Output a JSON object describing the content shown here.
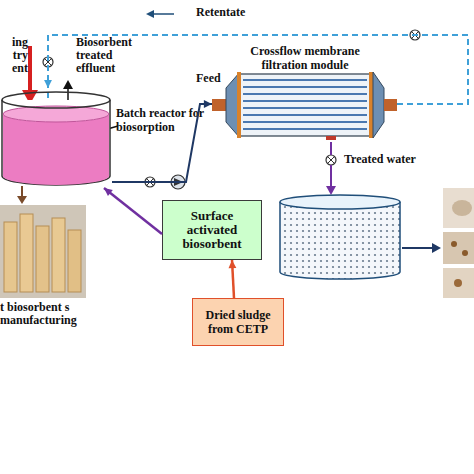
{
  "diagram": {
    "nodes": [
      {
        "text": [
          "Batch reactor for biosorption"
        ]
      },
      {
        "text": [
          "Crossflow membrane filtration module"
        ]
      },
      {
        "text": [
          "Surface activated biosorbent"
        ]
      },
      {
        "text": [
          "Dried sludge from CETP"
        ]
      }
    ],
    "edges": [
      {
        "from": 0,
        "to": 1,
        "label": "Feed",
        "arrow": "to"
      },
      {
        "from": 1,
        "to": 0,
        "label": "Retentate",
        "arrow": "to"
      },
      {
        "from": 2,
        "to": 0,
        "arrow": "to"
      },
      {
        "from": 3,
        "to": 2,
        "arrow": "to"
      }
    ],
    "labels": [
      "ing try ent",
      "Biosorbent treated effluent",
      "Treated water",
      "t biosorbent s manufacturing"
    ]
  }
}
